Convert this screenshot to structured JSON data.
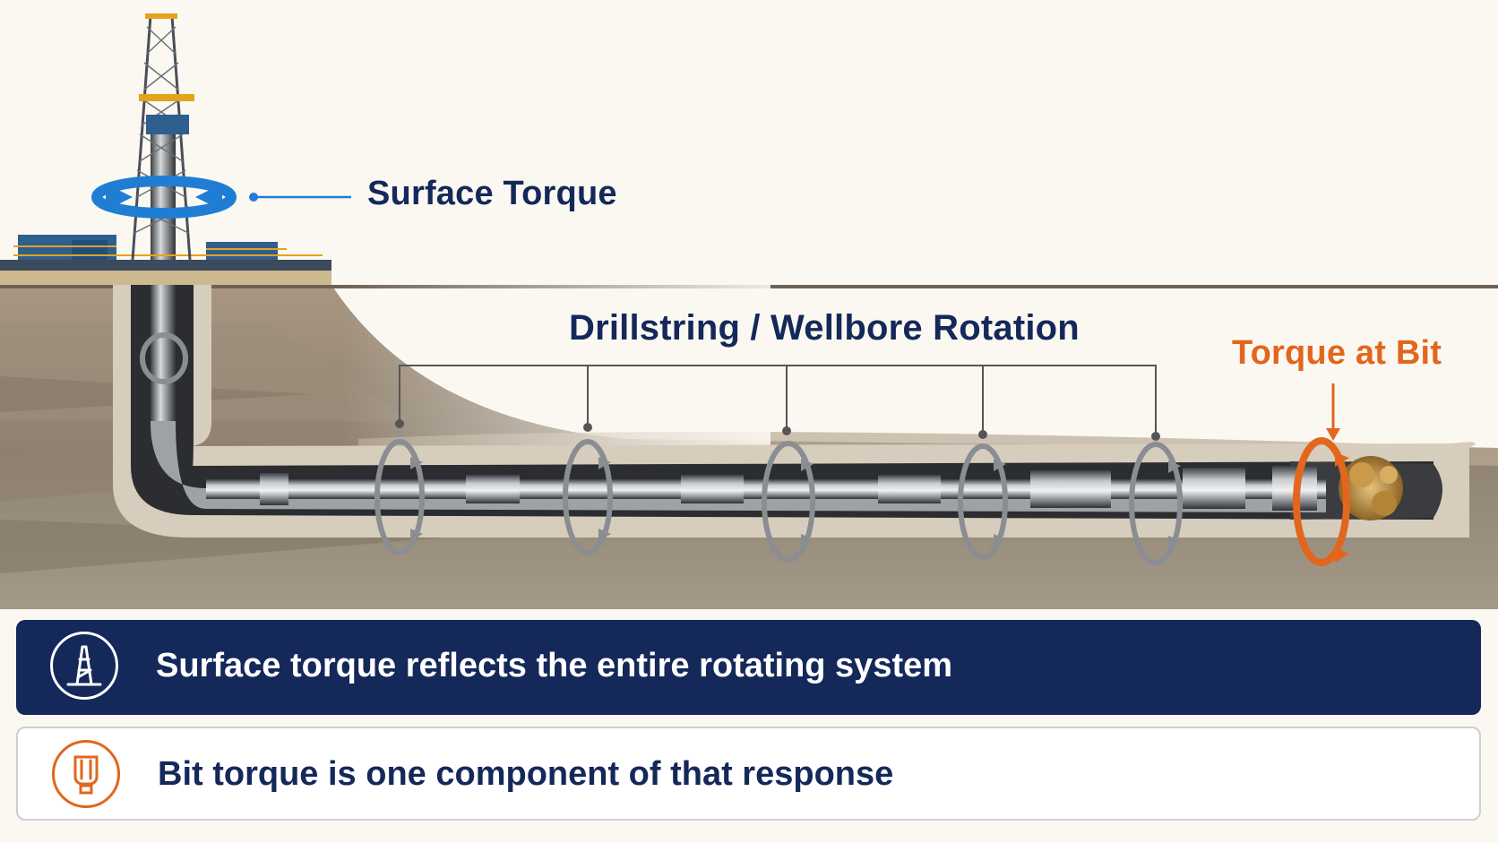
{
  "labels": {
    "surface_torque": "Surface Torque",
    "drillstring_rotation": "Drillstring / Wellbore Rotation",
    "torque_at_bit": "Torque at Bit"
  },
  "banners": [
    {
      "text": "Surface torque reflects the entire rotating system",
      "icon": "derrick-icon"
    },
    {
      "text": "Bit torque is one component of that response",
      "icon": "drill-bit-icon"
    }
  ],
  "colors": {
    "navy": "#14285a",
    "orange": "#e2661d",
    "blue_arrow": "#1f7ed4",
    "steel": "#8a8d91",
    "rock": "#b7a791"
  }
}
